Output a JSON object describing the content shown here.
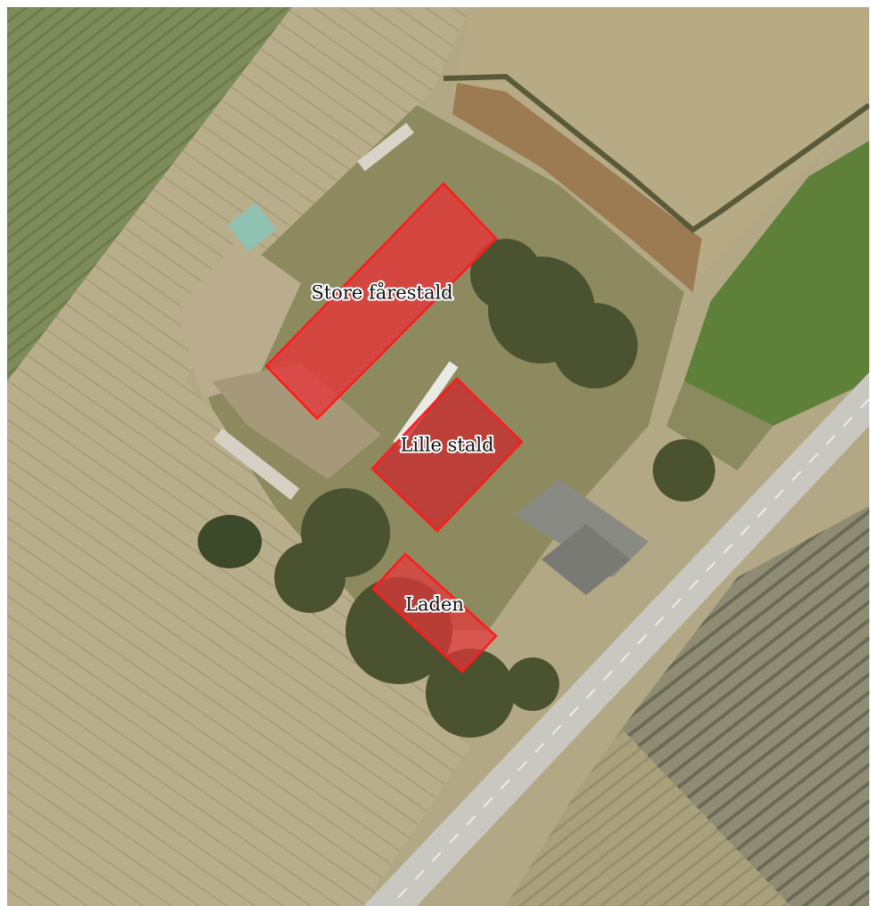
{
  "map": {
    "type": "aerial-orthophoto",
    "colors": {
      "field_light": "#b7ac88",
      "field_dark": "#8f8a64",
      "grass": "#5f7a3c",
      "road": "#c9c9c2",
      "building_fill": "#e8343a",
      "building_stroke": "#ff1a1a"
    }
  },
  "buildings": [
    {
      "label": "Store fårestald"
    },
    {
      "label": "Lille stald"
    },
    {
      "label": "Laden"
    }
  ]
}
